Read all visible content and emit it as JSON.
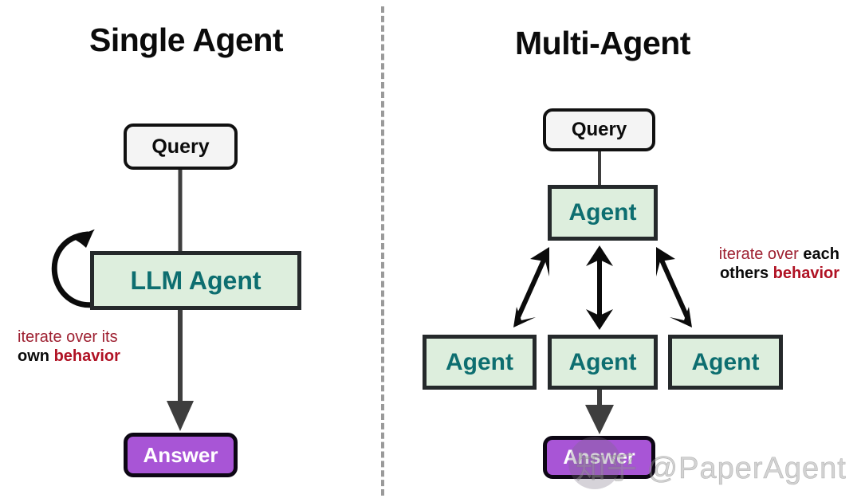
{
  "panels": {
    "left": {
      "title": "Single Agent",
      "nodes": {
        "query": "Query",
        "agent": "LLM Agent",
        "answer": "Answer"
      },
      "annotation": {
        "line1_red": "iterate over its",
        "line2_black": "own",
        "line2_red": "behavior"
      }
    },
    "right": {
      "title": "Multi-Agent",
      "nodes": {
        "query": "Query",
        "agent_top": "Agent",
        "agent_1": "Agent",
        "agent_2": "Agent",
        "agent_3": "Agent",
        "answer": "Answer"
      },
      "annotation": {
        "line1_red": "iterate over",
        "line1_black": "each",
        "line2_black": "others",
        "line2_red": "behavior"
      }
    }
  },
  "watermark": {
    "text": "知乎 @PaperAgent"
  },
  "colors": {
    "agent_fill": "#ddeedd",
    "agent_text": "#0d6e70",
    "agent_border": "#25292b",
    "query_fill": "#f4f4f4",
    "query_border": "#111111",
    "answer_fill": "#a855d6",
    "answer_text": "#ffffff",
    "annotation_red": "#9e2031",
    "annotation_red_bold": "#b01224",
    "divider": "#9a9a9a",
    "connector": "#3e3e3e",
    "arrow_black": "#0b0b0b"
  }
}
